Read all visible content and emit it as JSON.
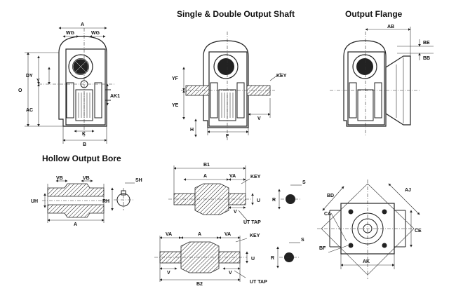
{
  "titles": {
    "single_double": "Single & Double Output Shaft",
    "output_flange": "Output Flange",
    "hollow_bore": "Hollow Output Bore"
  },
  "labels": {
    "A": "A",
    "WG": "WG",
    "O": "O",
    "DY": "DY",
    "Y": "Y",
    "AC": "AC",
    "AK1": "AK1",
    "K": "K",
    "B": "B",
    "YF": "YF",
    "YE": "YE",
    "H": "H",
    "F": "F",
    "V": "V",
    "KEY": "KEY",
    "AB": "AB",
    "BE": "BE",
    "BB": "BB",
    "VB": "VB",
    "UH": "UH",
    "SH": "SH",
    "RH": "RH",
    "B1": "B1",
    "VA": "VA",
    "U": "U",
    "R": "R",
    "S": "S",
    "UT_TAP": "UT TAP",
    "B2": "B2",
    "BD": "BD",
    "AJ": "AJ",
    "CA": "CA",
    "CE": "CE",
    "BF": "BF",
    "AK": "AK"
  }
}
